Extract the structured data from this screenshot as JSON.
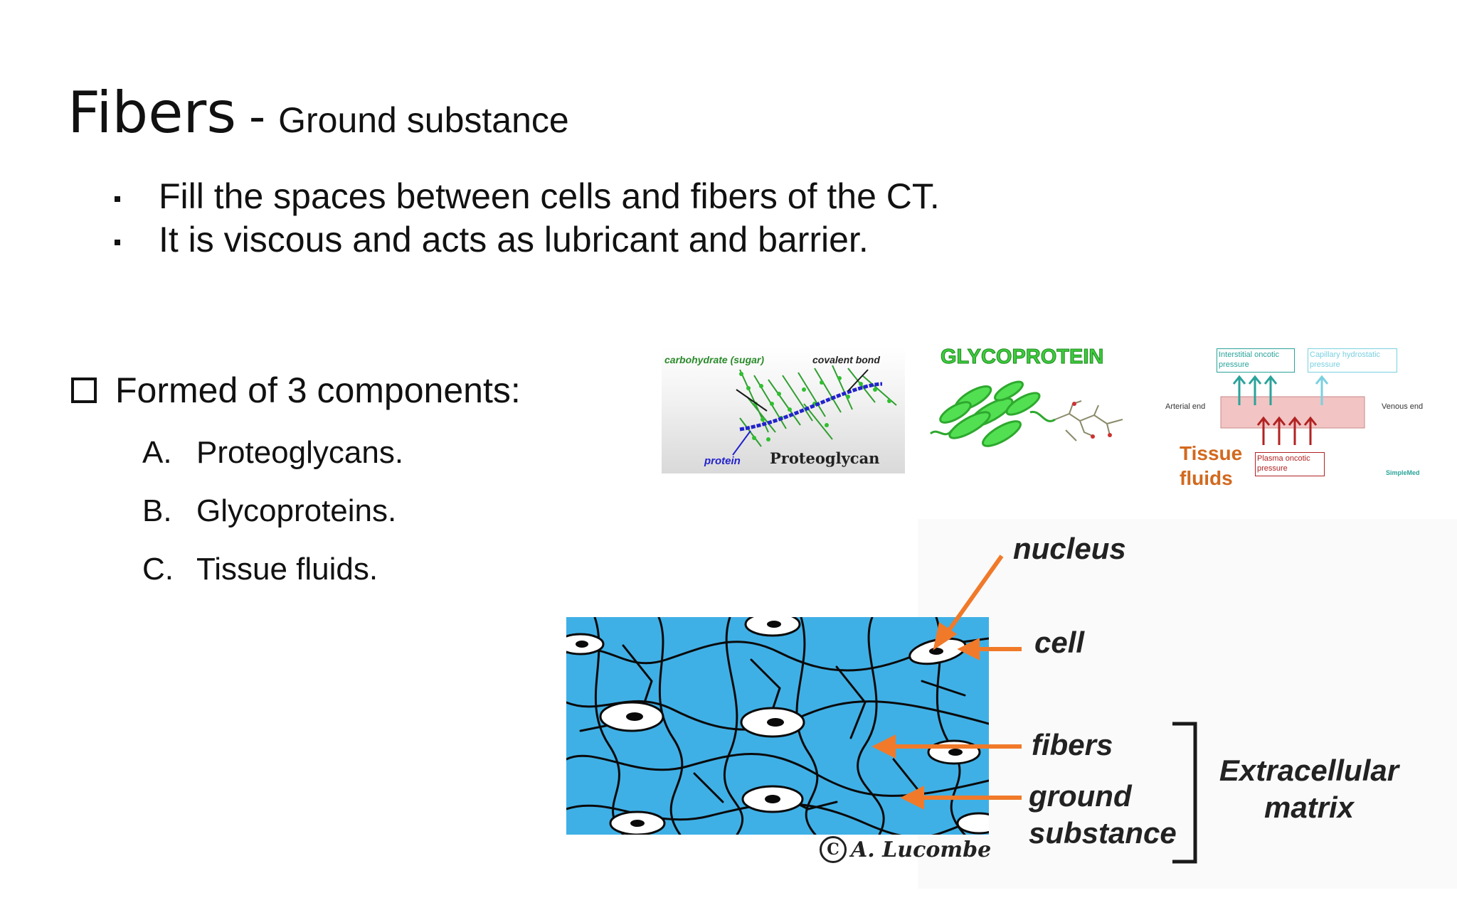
{
  "title": {
    "main": "Fibers",
    "separator": "-",
    "subtitle": "Ground substance"
  },
  "bullets": [
    "Fill the spaces between cells and fibers of the CT.",
    "It is viscous and acts as lubricant and barrier."
  ],
  "components": {
    "heading": "Formed of 3 components:",
    "items": [
      {
        "letter": "A.",
        "text": "Proteoglycans."
      },
      {
        "letter": "B.",
        "text": "Glycoproteins."
      },
      {
        "letter": "C.",
        "text": "Tissue fluids."
      }
    ]
  },
  "proteoglycan": {
    "carb_label": "carbohydrate (sugar)",
    "bond_label": "covalent bond",
    "protein_label": "protein",
    "name": "Proteoglycan"
  },
  "glycoprotein": {
    "label": "GLYCOPROTEIN"
  },
  "tissue_fluids": {
    "interstitial": [
      "Interstitial oncotic",
      "pressure"
    ],
    "capillary": [
      "Capillary hydrostatic",
      "pressure"
    ],
    "plasma": [
      "Plasma oncotic",
      "pressure"
    ],
    "arterial": "Arterial end",
    "venous": "Venous end",
    "label": [
      "Tissue",
      "fluids"
    ],
    "logo": "SimpleMed"
  },
  "ecm": {
    "nucleus": "nucleus",
    "cell": "cell",
    "fibers": "fibers",
    "ground": [
      "ground",
      "substance"
    ],
    "extracellular": [
      "Extracellular",
      "matrix"
    ],
    "copyright": "A. Lucombe"
  },
  "colors": {
    "matrix_blue": "#3fb0e6",
    "arrow_orange": "#f07a2a",
    "glyco_green": "#3dcc3d",
    "pressure_red": "#b22222",
    "pressure_teal": "#2aa39a",
    "tissue_orange": "#d2691e"
  }
}
